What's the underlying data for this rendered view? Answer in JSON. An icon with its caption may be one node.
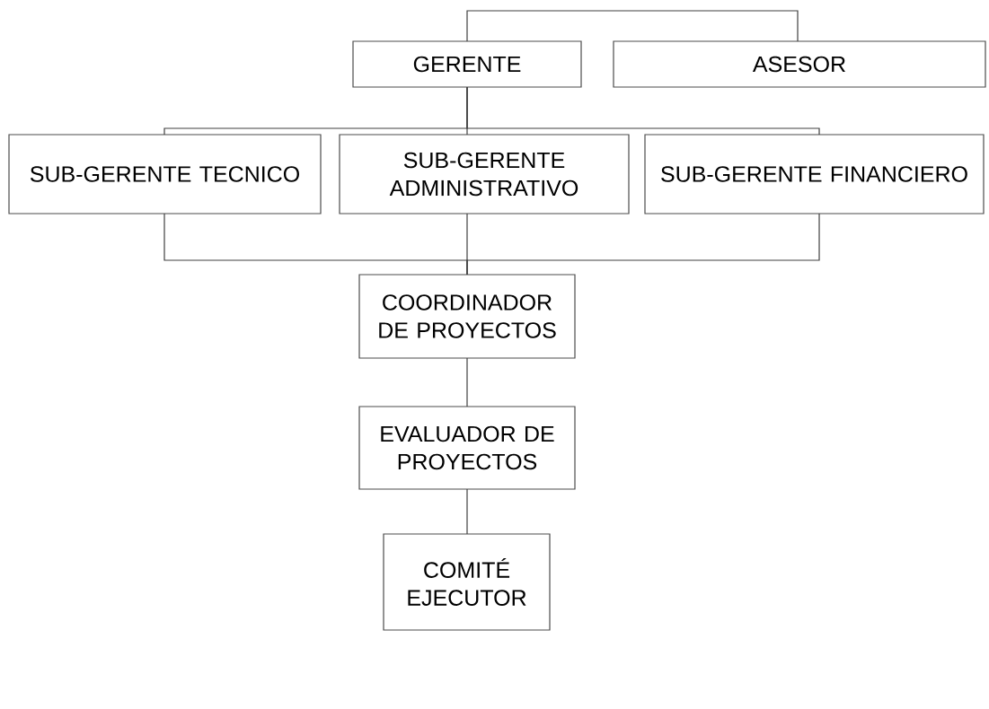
{
  "diagram": {
    "nodes": [
      {
        "text": [
          "GERENTE"
        ]
      },
      {
        "text": [
          "ASESOR"
        ]
      },
      {
        "text": [
          "SUB-GERENTE TECNICO"
        ]
      },
      {
        "text": [
          "SUB-GERENTE ADMINISTRATIVO"
        ]
      },
      {
        "text": [
          "SUB-GERENTE FINANCIERO"
        ]
      },
      {
        "text": [
          "COORDINADOR DE PROYECTOS"
        ]
      },
      {
        "text": [
          "EVALUADOR DE PROYECTOS"
        ]
      },
      {
        "text": [
          "COMITÉ EJECUTOR"
        ]
      }
    ],
    "edges": [
      {
        "from": 0,
        "to": 1,
        "arrow": "none"
      },
      {
        "from": 0,
        "to": 2,
        "arrow": "none"
      },
      {
        "from": 0,
        "to": 3,
        "arrow": "none"
      },
      {
        "from": 0,
        "to": 4,
        "arrow": "none"
      },
      {
        "from": 2,
        "to": 5,
        "arrow": "none"
      },
      {
        "from": 3,
        "to": 5,
        "arrow": "none"
      },
      {
        "from": 4,
        "to": 5,
        "arrow": "none"
      },
      {
        "from": 5,
        "to": 6,
        "arrow": "none"
      },
      {
        "from": 6,
        "to": 7,
        "arrow": "none"
      }
    ]
  }
}
